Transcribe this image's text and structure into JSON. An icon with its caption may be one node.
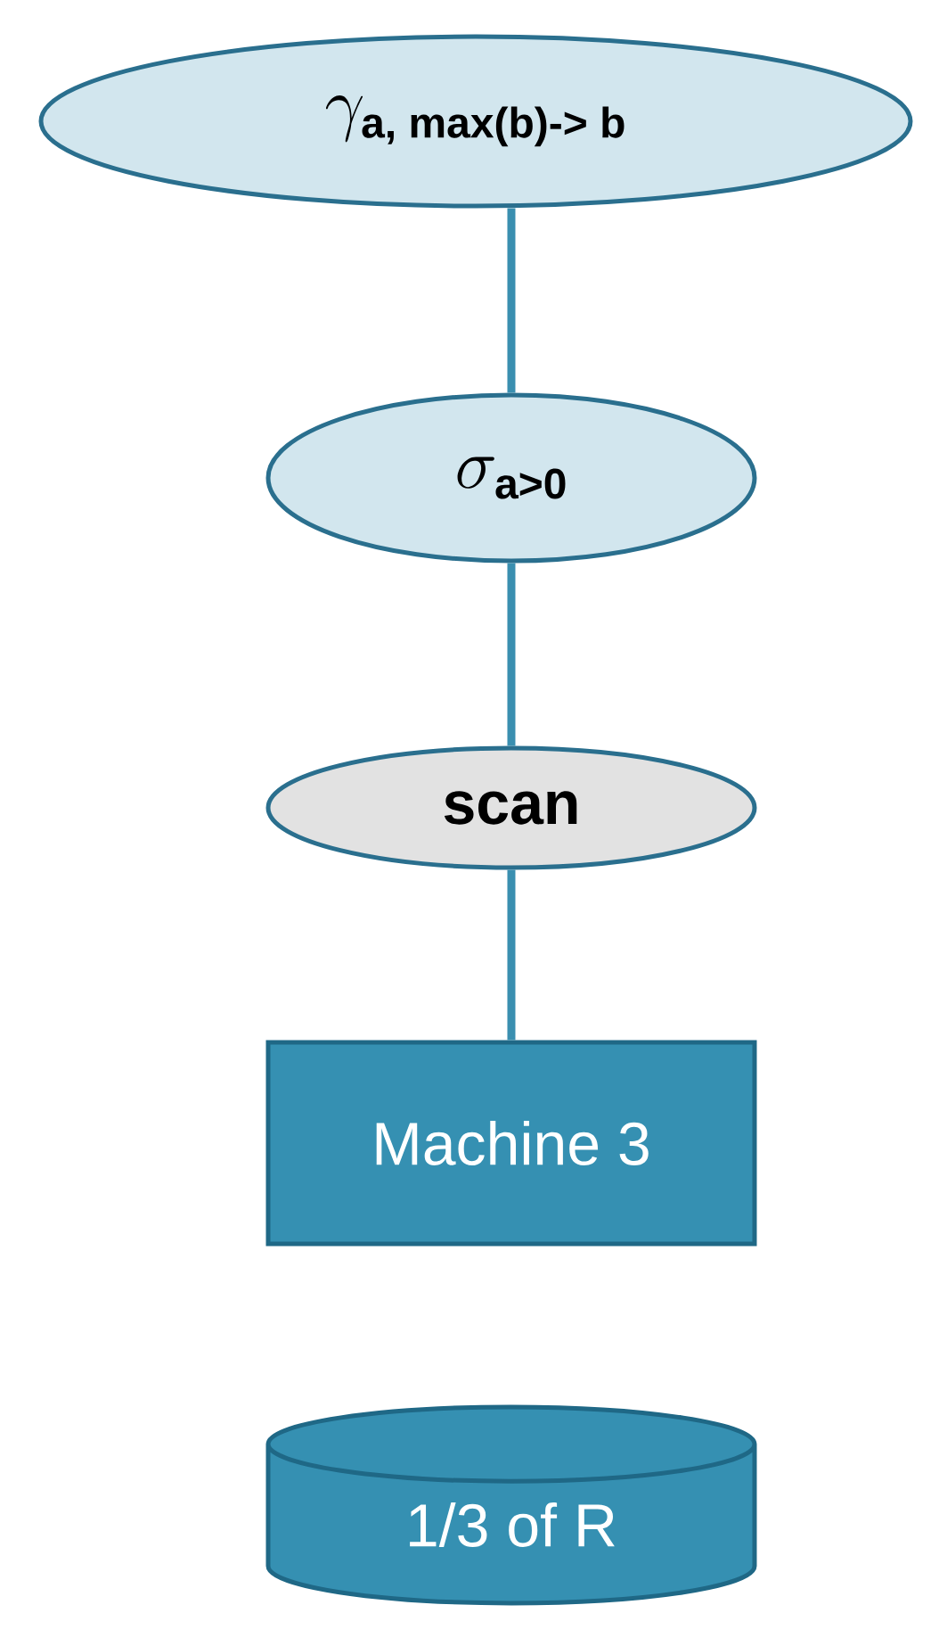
{
  "diagram": {
    "nodes": [
      {
        "text": [
          "\\gamma_{\\textbf{a, max(b)-> b}}"
        ]
      },
      {
        "text": [
          "\\sigma_{\\textbf{a>0}}"
        ]
      },
      {
        "text": [
          "scan"
        ]
      },
      {
        "text": [
          "Machine 3"
        ]
      },
      {
        "text": [
          "1/3 of R"
        ]
      }
    ],
    "edges": [
      {
        "from": 0,
        "to": 1,
        "arrow": "none"
      },
      {
        "from": 1,
        "to": 2,
        "arrow": "none"
      },
      {
        "from": 2,
        "to": 3,
        "arrow": "none"
      }
    ]
  }
}
